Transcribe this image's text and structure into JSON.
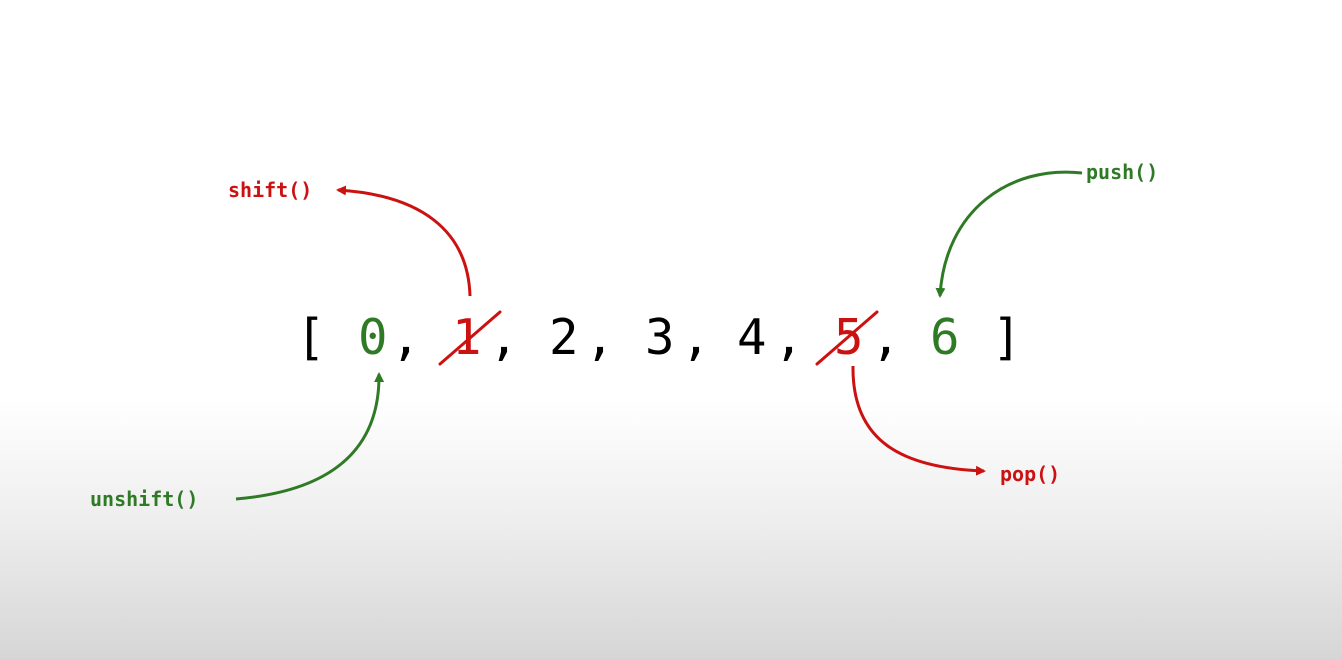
{
  "array": {
    "open_bracket": "[",
    "close_bracket": "]",
    "items": [
      {
        "text": "0",
        "state": "added"
      },
      {
        "text": "1",
        "state": "removed"
      },
      {
        "text": "2",
        "state": "kept"
      },
      {
        "text": "3",
        "state": "kept"
      },
      {
        "text": "4",
        "state": "kept"
      },
      {
        "text": "5",
        "state": "removed"
      },
      {
        "text": "6",
        "state": "added"
      }
    ],
    "separator": ","
  },
  "operations": {
    "shift": "shift()",
    "push": "push()",
    "unshift": "unshift()",
    "pop": "pop()"
  },
  "colors": {
    "text": "#000000",
    "added": "#2e7a25",
    "removed": "#cc1111"
  }
}
